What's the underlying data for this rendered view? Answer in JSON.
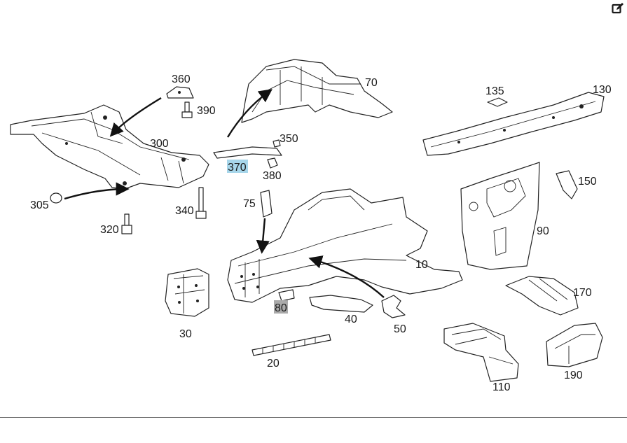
{
  "toolbar": {
    "edit_icon": "edit-icon"
  },
  "colors": {
    "highlight_selected": "#a7d6ea",
    "highlight_secondary": "#aaaaaa",
    "line": "#222222"
  },
  "callouts": {
    "c10": "10",
    "c20": "20",
    "c30": "30",
    "c40": "40",
    "c50": "50",
    "c70": "70",
    "c75": "75",
    "c80": "80",
    "c90": "90",
    "c110": "110",
    "c130": "130",
    "c135": "135",
    "c150": "150",
    "c170": "170",
    "c190": "190",
    "c300": "300",
    "c305": "305",
    "c320": "320",
    "c340": "340",
    "c350": "350",
    "c360": "360",
    "c370": "370",
    "c380": "380",
    "c390": "390"
  }
}
